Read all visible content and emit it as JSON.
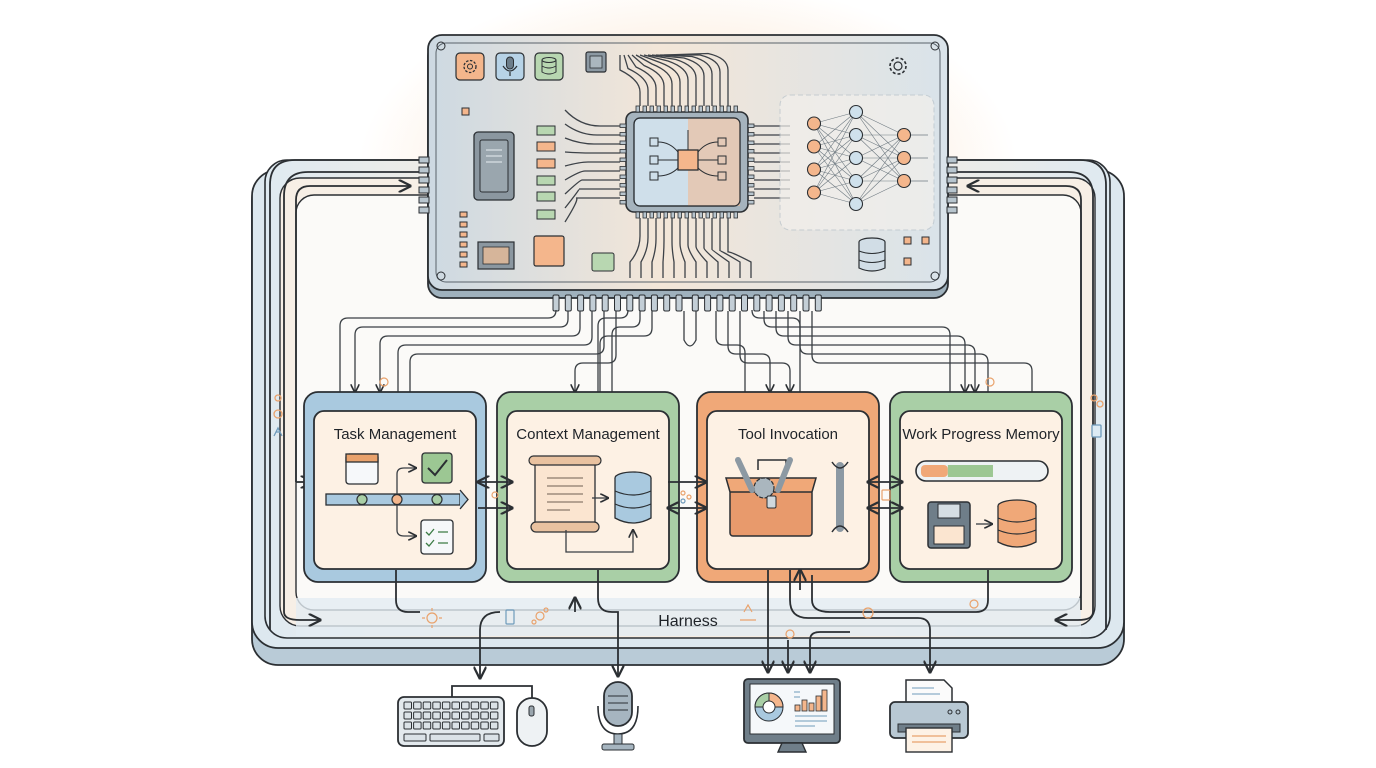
{
  "diagram": {
    "title": "Harness",
    "modules": [
      {
        "id": "task",
        "label": "Task Management",
        "accent": "#a9c9df"
      },
      {
        "id": "context",
        "label": "Context Management",
        "accent": "#a9cfa6"
      },
      {
        "id": "tool",
        "label": "Tool Invocation",
        "accent": "#f0a878"
      },
      {
        "id": "memory",
        "label": "Work Progress Memory",
        "accent": "#a9cfa6"
      }
    ],
    "harness_label": "Harness",
    "progress": {
      "orange_fraction": 0.22,
      "green_fraction": 0.37,
      "filled_fraction": 0.59
    },
    "board": {
      "top_icons": [
        "gear-icon",
        "microphone-icon",
        "database-icon",
        "chip-icon"
      ],
      "center": "processor-chip",
      "right": "neural-network",
      "neural_layers": [
        4,
        5,
        3
      ]
    },
    "io_devices": [
      "keyboard",
      "mouse",
      "microphone",
      "monitor",
      "printer"
    ],
    "colors": {
      "blue": "#a9c9df",
      "green": "#a9cfa6",
      "orange": "#f0a878",
      "cream": "#fdf1e4",
      "board": "#c9d6df",
      "line": "#2b2f33"
    }
  }
}
